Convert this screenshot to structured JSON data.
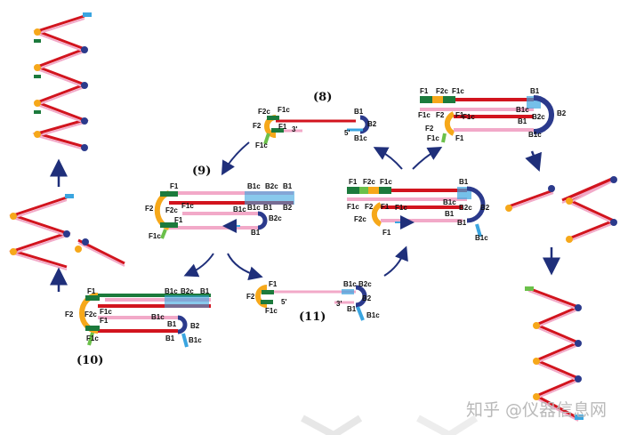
{
  "stage_labels": [
    "(8)",
    "(9)",
    "(10)",
    "(11)"
  ],
  "labels_8": [
    "F2c",
    "F1c",
    "F2",
    "F1",
    "3'",
    "F1c",
    "B1",
    "B2",
    "5'",
    "B1c"
  ],
  "labels_9": [
    "F1",
    "B1c",
    "B2c",
    "B1",
    "F2",
    "F2c",
    "F1c",
    "B1c",
    "B1",
    "B2",
    "B1c",
    "B2c",
    "F1",
    "F1c",
    "B1"
  ],
  "labels_10": [
    "F1",
    "B1c",
    "B2c",
    "B1",
    "F2",
    "F2c",
    "F1c",
    "B1c",
    "F1",
    "B1",
    "B2",
    "F1c",
    "B1",
    "B1c"
  ],
  "labels_11": [
    "F1",
    "B1c",
    "B2c",
    "F2",
    "5'",
    "3'",
    "F1c",
    "B2",
    "B1",
    "B1c"
  ],
  "labels_center_right": [
    "F1",
    "F2c",
    "F1c",
    "B1",
    "F1c",
    "F2",
    "F1",
    "B1c",
    "B2c",
    "F1c",
    "B2",
    "F2c",
    "B1",
    "F1",
    "B1",
    "B1c"
  ],
  "labels_top_right": [
    "F1",
    "F2c",
    "F1c",
    "B1",
    "F1c",
    "F2",
    "F1",
    "B1c",
    "B2",
    "F1c",
    "B2c",
    "F2",
    "B1",
    "F1c",
    "F1",
    "B1c"
  ],
  "watermark": "知乎 @仪器信息网",
  "colors": {
    "red": "#d2141e",
    "pink": "#f2a9c8",
    "blue": "#3aa5e0",
    "navy": "#2b3a8c",
    "green": "#1c7a3c",
    "lightgreen": "#6bc04a",
    "orange": "#f6a81a",
    "arrow": "#1f2f7a"
  }
}
